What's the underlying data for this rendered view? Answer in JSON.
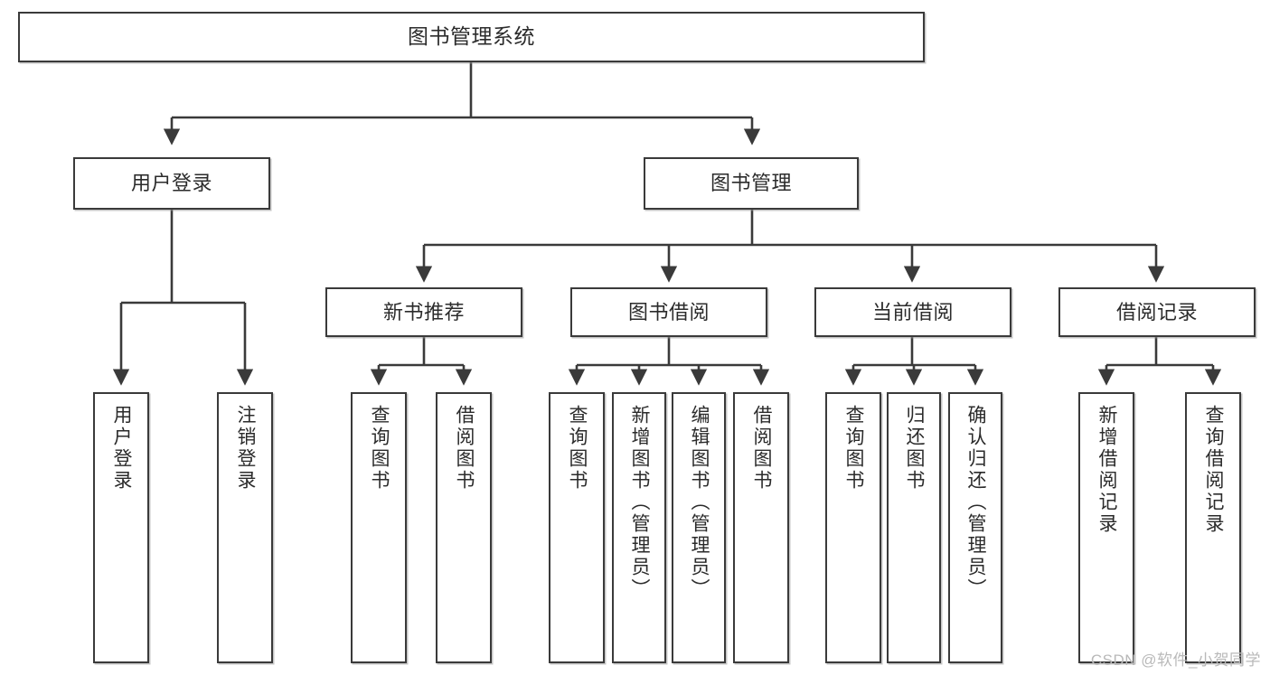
{
  "diagram": {
    "title": "图书管理系统",
    "type": "hierarchy-tree",
    "root": {
      "label": "图书管理系统"
    },
    "level1": [
      {
        "label": "用户登录"
      },
      {
        "label": "图书管理"
      }
    ],
    "level2": [
      {
        "label": "新书推荐"
      },
      {
        "label": "图书借阅"
      },
      {
        "label": "当前借阅"
      },
      {
        "label": "借阅记录"
      }
    ],
    "leaves": {
      "user_login": [
        {
          "label": "用户登录"
        },
        {
          "label": "注销登录"
        }
      ],
      "new_book_recommend": [
        {
          "label": "查询图书"
        },
        {
          "label": "借阅图书"
        }
      ],
      "book_borrow": [
        {
          "label": "查询图书"
        },
        {
          "label": "新增图书（管理员）"
        },
        {
          "label": "编辑图书（管理员）"
        },
        {
          "label": "借阅图书"
        }
      ],
      "current_borrow": [
        {
          "label": "查询图书"
        },
        {
          "label": "归还图书"
        },
        {
          "label": "确认归还（管理员）"
        }
      ],
      "borrow_record": [
        {
          "label": "新增借阅记录"
        },
        {
          "label": "查询借阅记录"
        }
      ]
    }
  },
  "watermark": {
    "text": "CSDN @软件_小贺同学"
  },
  "colors": {
    "border": "#3a3a3a",
    "text": "#2b2b2b",
    "background": "#ffffff",
    "watermark": "#b9b9b9"
  }
}
